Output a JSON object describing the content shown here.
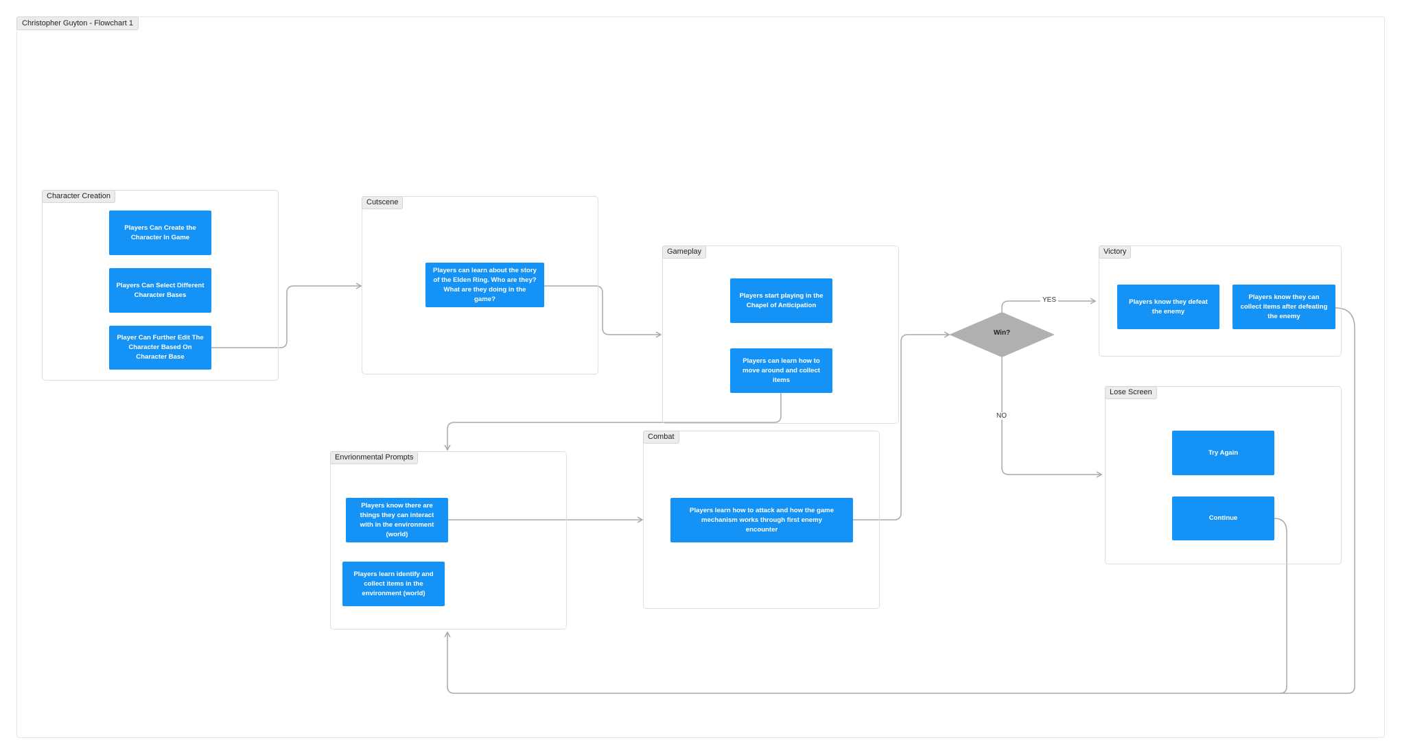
{
  "title": "Christopher Guyton - Flowchart 1",
  "sections": {
    "character_creation": "Character Creation",
    "cutscene": "Cutscene",
    "gameplay": "Gameplay",
    "victory": "Victory",
    "lose_screen": "Lose Screen",
    "environmental_prompts": "Envrionmental Prompts",
    "combat": "Combat"
  },
  "nodes": {
    "create_character": "Players Can Create the Character In Game",
    "select_bases": "Players Can Select Different Character Bases",
    "edit_character": "Player Can Further Edit The Character Based On Character Base",
    "learn_story": "Players can learn about the story of the Elden Ring. Who are they? What are they doing in the game?",
    "chapel": "Players start playing in the Chapel of Anticipation",
    "move_collect": "Players can learn how to move around and collect items",
    "interact_env": "Players know there are things they can interact with in the environment (world)",
    "identify_items": "Players learn identify and collect items in the environment (world)",
    "learn_attack": "Players learn how to attack and how the game mechanism works through first enemy encounter",
    "decision": "Win?",
    "defeat_enemy": "Players know they defeat the enemy",
    "collect_after": "Players know they can collect items after defeating the enemy",
    "try_again": "Try Again",
    "continue": "Continue"
  },
  "edge_labels": {
    "yes": "YES",
    "no": "NO"
  },
  "colors": {
    "node_fill": "#1592f5",
    "node_text": "#ffffff",
    "decision_fill": "#b0b0b0",
    "connector": "#a8a8a8"
  }
}
